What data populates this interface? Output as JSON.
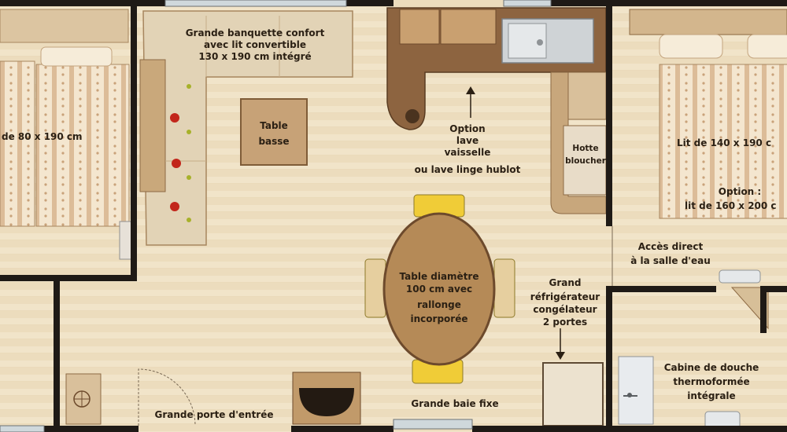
{
  "labels": {
    "sofa": [
      "Grande banquette confort",
      "avec lit convertible",
      "130 x 190 cm intégré"
    ],
    "low_table": [
      "Table",
      "basse"
    ],
    "dishwasher": [
      "Option",
      "lave",
      "vaisselle",
      "ou lave linge hublot"
    ],
    "wardrobe": [
      "Hotte",
      "bloucher"
    ],
    "left_bed": "de 80 x 190 cm",
    "right_bed": "Lit de 140 x 190 c",
    "right_bed_option": [
      "Option :",
      "lit de 160 x 200 c"
    ],
    "bath_access": [
      "Accès direct",
      "à la salle d'eau"
    ],
    "dining_table": [
      "Table diamètre",
      "100 cm avec",
      "rallonge",
      "incorporée"
    ],
    "fridge": [
      "Grand",
      "réfrigérateur",
      "congélateur",
      "2 portes"
    ],
    "shower": [
      "Cabine de douche",
      "thermoformée",
      "intégrale"
    ],
    "front_door": "Grande porte d'entrée",
    "bay_window": "Grande baie fixe"
  },
  "colors": {
    "wall": "#1f1a16",
    "floor": "#f1e4c9",
    "bed": "#f4e6cf",
    "bed_stripe": "#d6b48f",
    "wood": "#b0885a",
    "chair": "#f0cc37",
    "sofa": "#e2d3b6",
    "counter": "#7b5536",
    "flower": "#c2261b",
    "steel": "#cfd3d6"
  }
}
